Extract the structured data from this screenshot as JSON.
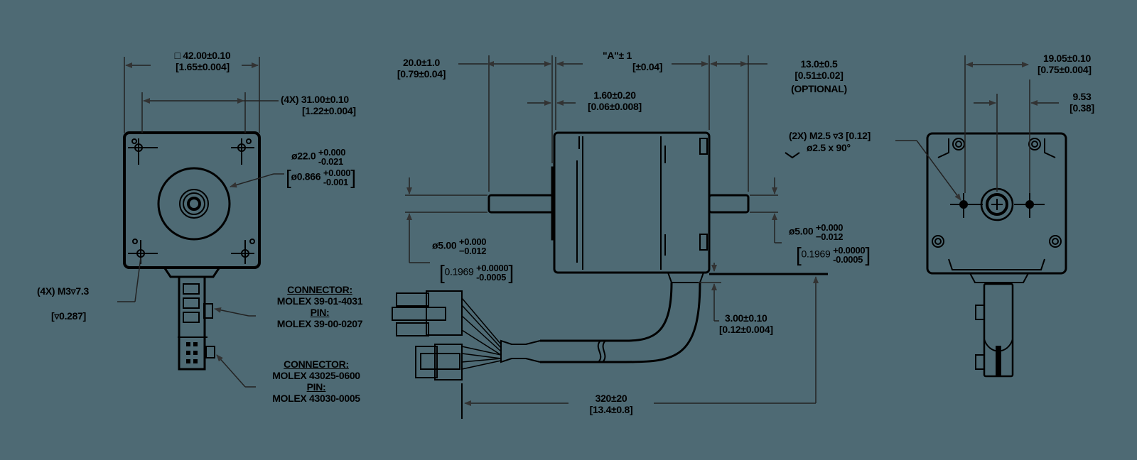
{
  "background_color": "#4e6a74",
  "line_color": "#000000",
  "front_view": {
    "square_size": "□ 42.00±0.10",
    "square_size_in": "[1.65±0.004]",
    "hole_spacing": "(4X) 31.00±0.10",
    "hole_spacing_in": "[1.22±0.004]",
    "pilot_dia": "ø22.0",
    "pilot_tol_plus": "+0.000",
    "pilot_tol_minus": "-0.021",
    "pilot_dia_in": "ø0.866",
    "pilot_tol_in_plus": "+0.000",
    "pilot_tol_in_minus": "-0.001",
    "mount_thread": "(4X) M3▿7.3",
    "mount_thread_in": "[▿0.287]"
  },
  "connectors": [
    {
      "heading": "CONNECTOR:",
      "part": "MOLEX 39-01-4031",
      "pin_heading": "PIN:",
      "pin_part": "MOLEX 39-00-0207"
    },
    {
      "heading": "CONNECTOR:",
      "part": "MOLEX 43025-0600",
      "pin_heading": "PIN:",
      "pin_part": "MOLEX 43030-0005"
    }
  ],
  "side_view": {
    "front_shaft_len": "20.0±1.0",
    "front_shaft_len_in": "[0.79±0.04]",
    "body_len": "\"A\"± 1",
    "body_len_in": "[±0.04]",
    "pilot_len": "1.60±0.20",
    "pilot_len_in": "[0.06±0.008]",
    "rear_shaft_len": "13.0±0.5",
    "rear_shaft_len_in": "[0.51±0.02]",
    "rear_shaft_note": "(OPTIONAL)",
    "front_shaft_dia": "ø5.00",
    "front_shaft_tol_plus": "+0.000",
    "front_shaft_tol_minus": "−0.012",
    "front_shaft_dia_in": "0.1969",
    "front_shaft_tol_in_plus": "+0.0000",
    "front_shaft_tol_in_minus": "-0.0005",
    "rear_shaft_dia": "ø5.00",
    "rear_shaft_tol_plus": "+0.000",
    "rear_shaft_tol_minus": "−0.012",
    "rear_shaft_dia_in": "0.1969",
    "rear_shaft_tol_in_plus": "+0.0000",
    "rear_shaft_tol_in_minus": "-0.0005",
    "cable_offset": "3.00±0.10",
    "cable_offset_in": "[0.12±0.004]",
    "cable_len": "320±20",
    "cable_len_in": "[13.4±0.8]"
  },
  "rear_view": {
    "hole_spacing": "19.05±0.10",
    "hole_spacing_in": "[0.75±0.004]",
    "hole_offset": "9.53",
    "hole_offset_in": "[0.38]",
    "thread_note": "(2X) M2.5 ▿3 [0.12]",
    "csk_note": "ø2.5 x 90°"
  }
}
